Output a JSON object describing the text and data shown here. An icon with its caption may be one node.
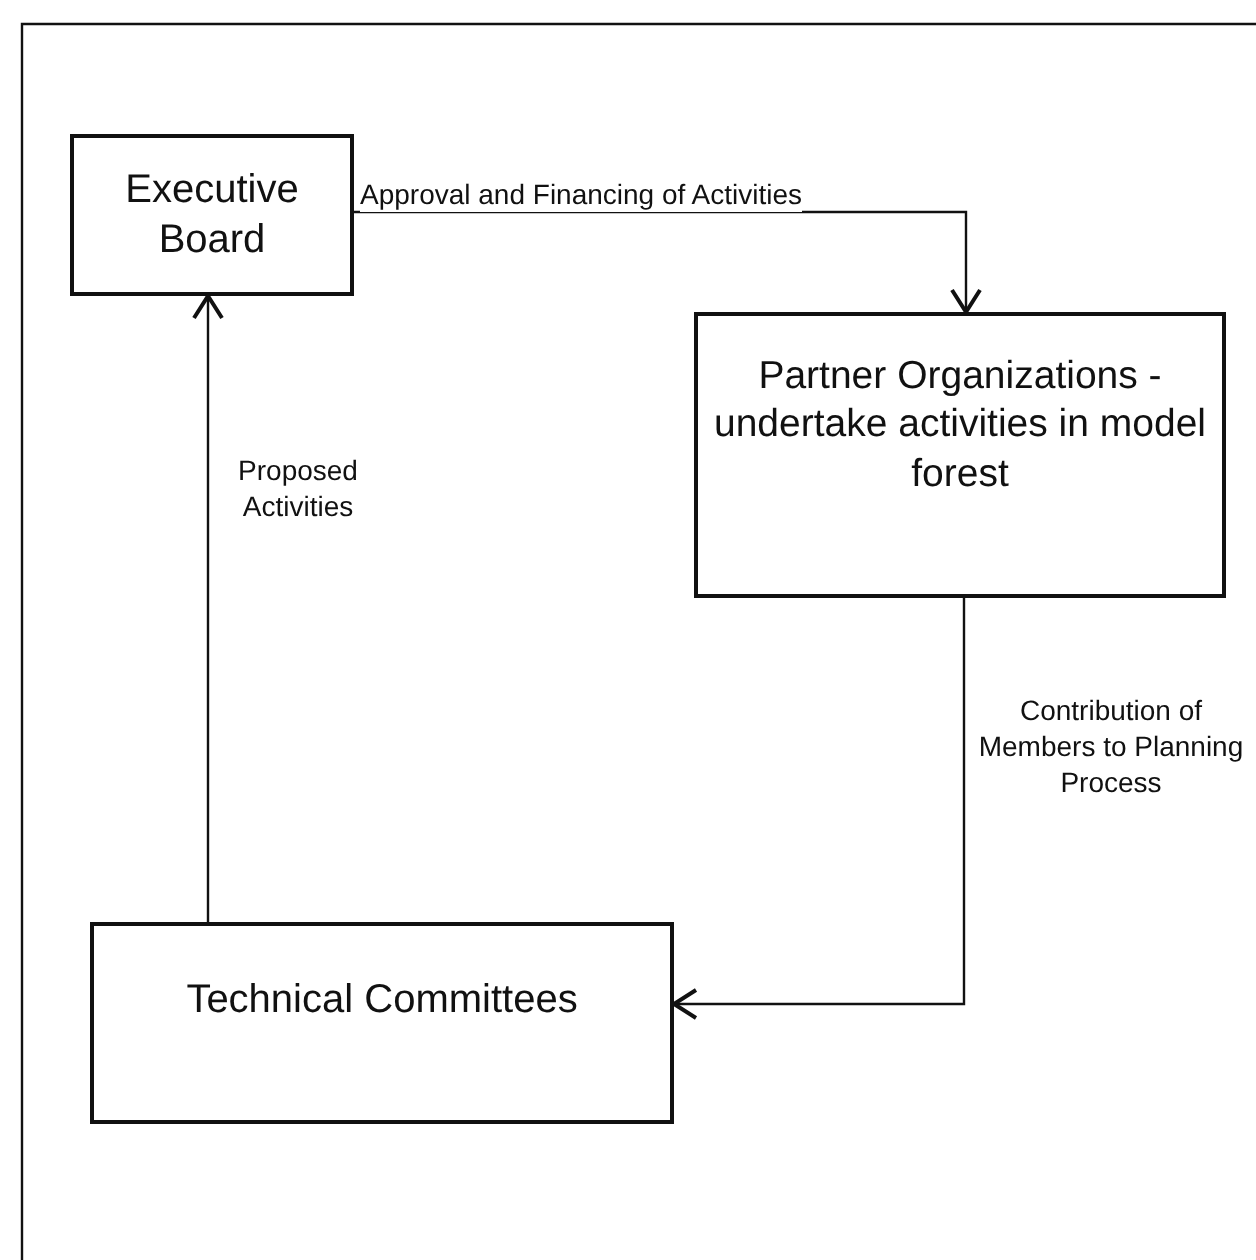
{
  "diagram": {
    "nodes": [
      {
        "text": [
          "Executive Board"
        ]
      },
      {
        "text": [
          "Partner Organizations - undertake activities in model forest"
        ]
      },
      {
        "text": [
          "Technical Committees"
        ]
      }
    ],
    "edges": [
      {
        "from": 0,
        "to": 1,
        "arrow": "to",
        "label": "Approval and Financing of Activities"
      },
      {
        "from": 1,
        "to": 2,
        "arrow": "to",
        "label": "Contribution of Members to Planning Process"
      },
      {
        "from": 2,
        "to": 0,
        "arrow": "to",
        "label": "Proposed Activities"
      }
    ]
  }
}
